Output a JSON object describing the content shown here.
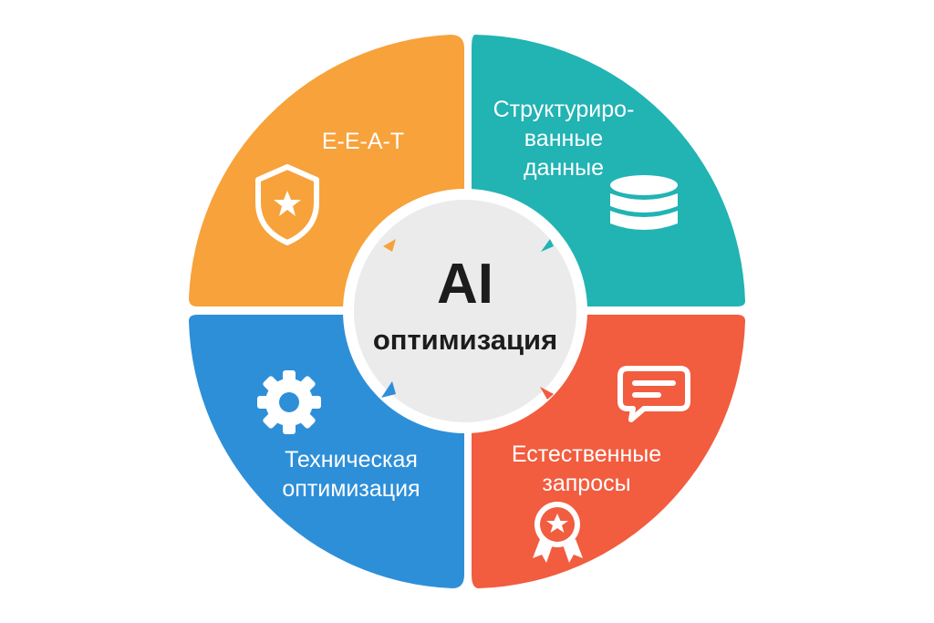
{
  "center": {
    "title": "AI",
    "subtitle": "оптимизация"
  },
  "quadrants": [
    {
      "id": "eeat",
      "label_lines": [
        "E-E-A-T"
      ],
      "color": "#F7A23B",
      "icon": "shield-star-icon"
    },
    {
      "id": "structured",
      "label_lines": [
        "Структуриро-",
        "ванные",
        "данные"
      ],
      "color": "#22B3B3",
      "icon": "database-icon"
    },
    {
      "id": "technical",
      "label_lines": [
        "Техническая",
        "оптимизация"
      ],
      "color": "#2E8FD9",
      "icon": "gear-icon"
    },
    {
      "id": "natural",
      "label_lines": [
        "Естественные",
        "запросы"
      ],
      "color": "#F25C3F",
      "icon": "chat-bubble-icon",
      "extra_icon": "award-medal-icon"
    }
  ],
  "colors": {
    "center_fill": "#EBEBEB",
    "center_ring": "#FFFFFF",
    "text_dark": "#1C1C1C",
    "icon": "#FFFFFF"
  }
}
